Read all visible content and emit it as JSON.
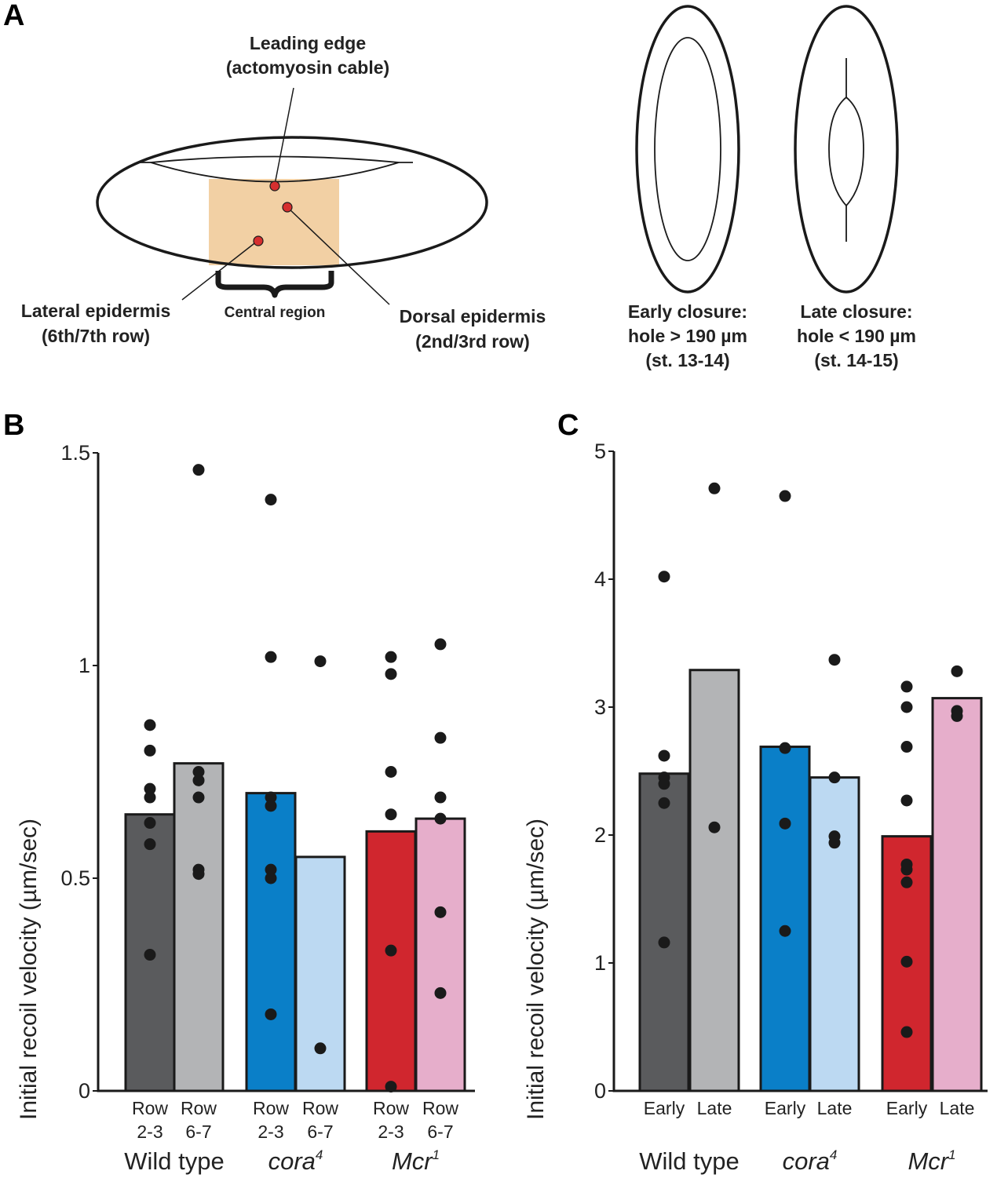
{
  "panel_labels": {
    "a": "A",
    "b": "B",
    "c": "C"
  },
  "diagram": {
    "leading_edge": [
      "Leading edge",
      "(actomyosin cable)"
    ],
    "lateral": [
      "Lateral epidermis",
      "(6th/7th row)"
    ],
    "central": "Central region",
    "dorsal": [
      "Dorsal epidermis",
      "(2nd/3rd row)"
    ],
    "early": [
      "Early closure:",
      "hole > 190 µm",
      "(st. 13-14)"
    ],
    "late": [
      "Late closure:",
      "hole < 190 µm",
      "(st. 14-15)"
    ],
    "colors": {
      "central_region": "#f2d0a4",
      "dot": "#d62f2f"
    }
  },
  "chart_data": [
    {
      "type": "bar",
      "panel": "B",
      "ylabel": "Initial recoil velocity (µm/sec)",
      "ylim": [
        0,
        1.5
      ],
      "yticks": [
        "0",
        "0.5",
        "1",
        "1.5"
      ],
      "categories": [
        [
          "Row",
          "2-3"
        ],
        [
          "Row",
          "6-7"
        ],
        [
          "Row",
          "2-3"
        ],
        [
          "Row",
          "6-7"
        ],
        [
          "Row",
          "2-3"
        ],
        [
          "Row",
          "6-7"
        ]
      ],
      "groups": [
        {
          "label": "Wild type",
          "italic": false
        },
        {
          "label": "cora",
          "sup": "4",
          "italic": true
        },
        {
          "label": "Mcr",
          "sup": "1",
          "italic": true
        }
      ],
      "colors": [
        "#5a5b5d",
        "#b3b4b6",
        "#0a7fc8",
        "#bcd9f2",
        "#d0262e",
        "#e6aecb"
      ],
      "values": [
        0.65,
        0.77,
        0.7,
        0.55,
        0.61,
        0.64
      ],
      "points": [
        [
          0.86,
          0.8,
          0.71,
          0.69,
          0.63,
          0.58,
          0.32
        ],
        [
          1.46,
          0.75,
          0.73,
          0.69,
          0.52,
          0.51
        ],
        [
          1.39,
          1.02,
          0.69,
          0.67,
          0.52,
          0.5,
          0.18
        ],
        [
          1.01,
          0.1
        ],
        [
          1.02,
          0.98,
          0.75,
          0.65,
          0.33,
          0.01
        ],
        [
          1.05,
          0.83,
          0.69,
          0.64,
          0.42,
          0.23
        ]
      ]
    },
    {
      "type": "bar",
      "panel": "C",
      "ylabel": "Initial recoil velocity (µm/sec)",
      "ylim": [
        0,
        5
      ],
      "yticks": [
        "0",
        "1",
        "2",
        "3",
        "4",
        "5"
      ],
      "categories": [
        "Early",
        "Late",
        "Early",
        "Late",
        "Early",
        "Late"
      ],
      "groups": [
        {
          "label": "Wild type",
          "italic": false
        },
        {
          "label": "cora",
          "sup": "4",
          "italic": true
        },
        {
          "label": "Mcr",
          "sup": "1",
          "italic": true
        }
      ],
      "colors": [
        "#5a5b5d",
        "#b3b4b6",
        "#0a7fc8",
        "#bcd9f2",
        "#d0262e",
        "#e6aecb"
      ],
      "values": [
        2.48,
        3.29,
        2.69,
        2.45,
        1.99,
        3.07
      ],
      "points": [
        [
          4.02,
          2.62,
          2.45,
          2.4,
          2.25,
          1.16
        ],
        [
          4.71,
          2.06
        ],
        [
          4.65,
          2.68,
          2.09,
          1.25
        ],
        [
          3.37,
          2.45,
          1.99,
          1.94
        ],
        [
          3.16,
          3.0,
          2.69,
          2.27,
          1.77,
          1.73,
          1.63,
          1.01,
          0.46
        ],
        [
          3.28,
          2.97,
          2.93
        ]
      ]
    }
  ]
}
